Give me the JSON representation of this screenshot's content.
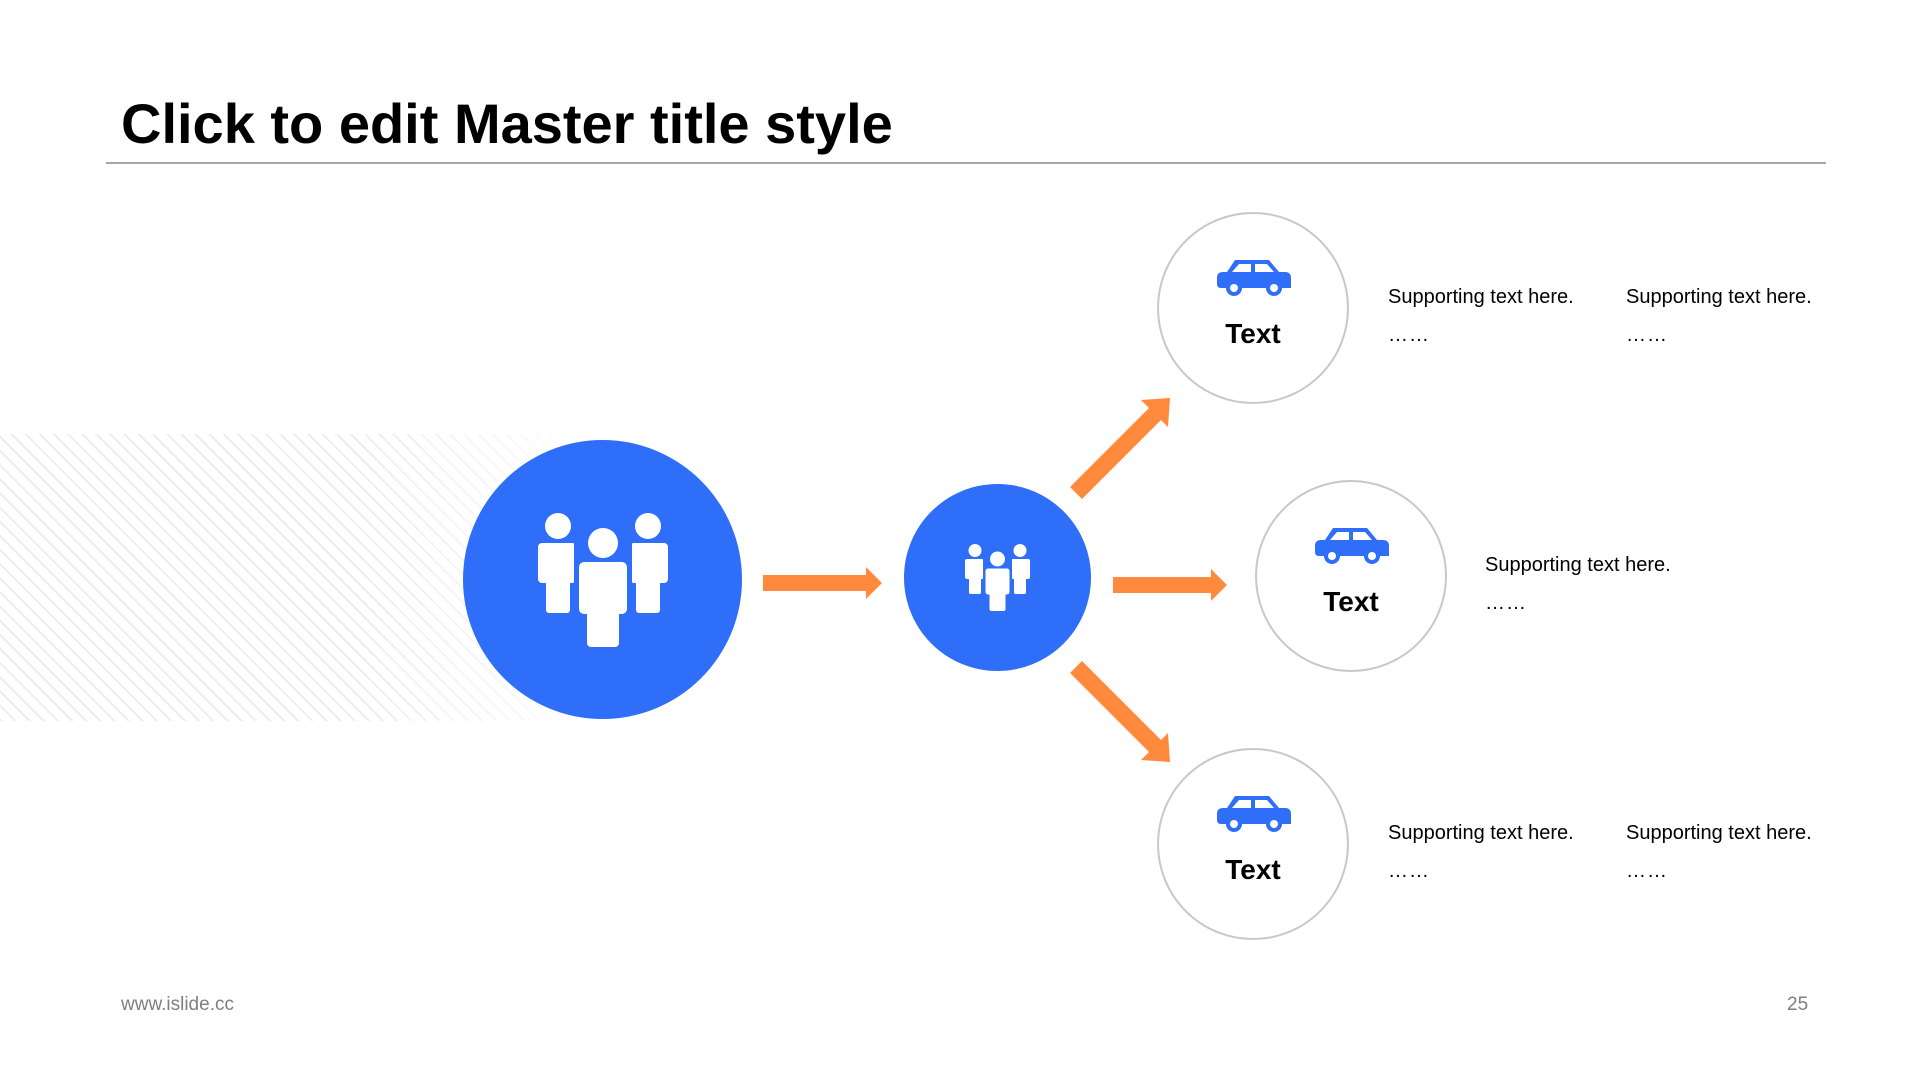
{
  "slide": {
    "title": "Click to edit Master title style",
    "footer_url": "www.islide.cc",
    "page_number": "25"
  },
  "colors": {
    "accent_blue": "#2F6EF9",
    "arrow_orange": "#FF8A3D",
    "node_border": "#C8C8C8",
    "title_rule": "#A6A6A6"
  },
  "diagram": {
    "source_icon": "people-group-icon",
    "hub_icon": "people-group-icon",
    "nodes": [
      {
        "icon": "car-icon",
        "label": "Text",
        "supports": [
          {
            "text": "Supporting text here.",
            "dots": "……"
          },
          {
            "text": "Supporting text here.",
            "dots": "……"
          }
        ]
      },
      {
        "icon": "car-icon",
        "label": "Text",
        "supports": [
          {
            "text": "Supporting text here.",
            "dots": "……"
          }
        ]
      },
      {
        "icon": "car-icon",
        "label": "Text",
        "supports": [
          {
            "text": "Supporting text here.",
            "dots": "……"
          },
          {
            "text": "Supporting text here.",
            "dots": "……"
          }
        ]
      }
    ]
  }
}
